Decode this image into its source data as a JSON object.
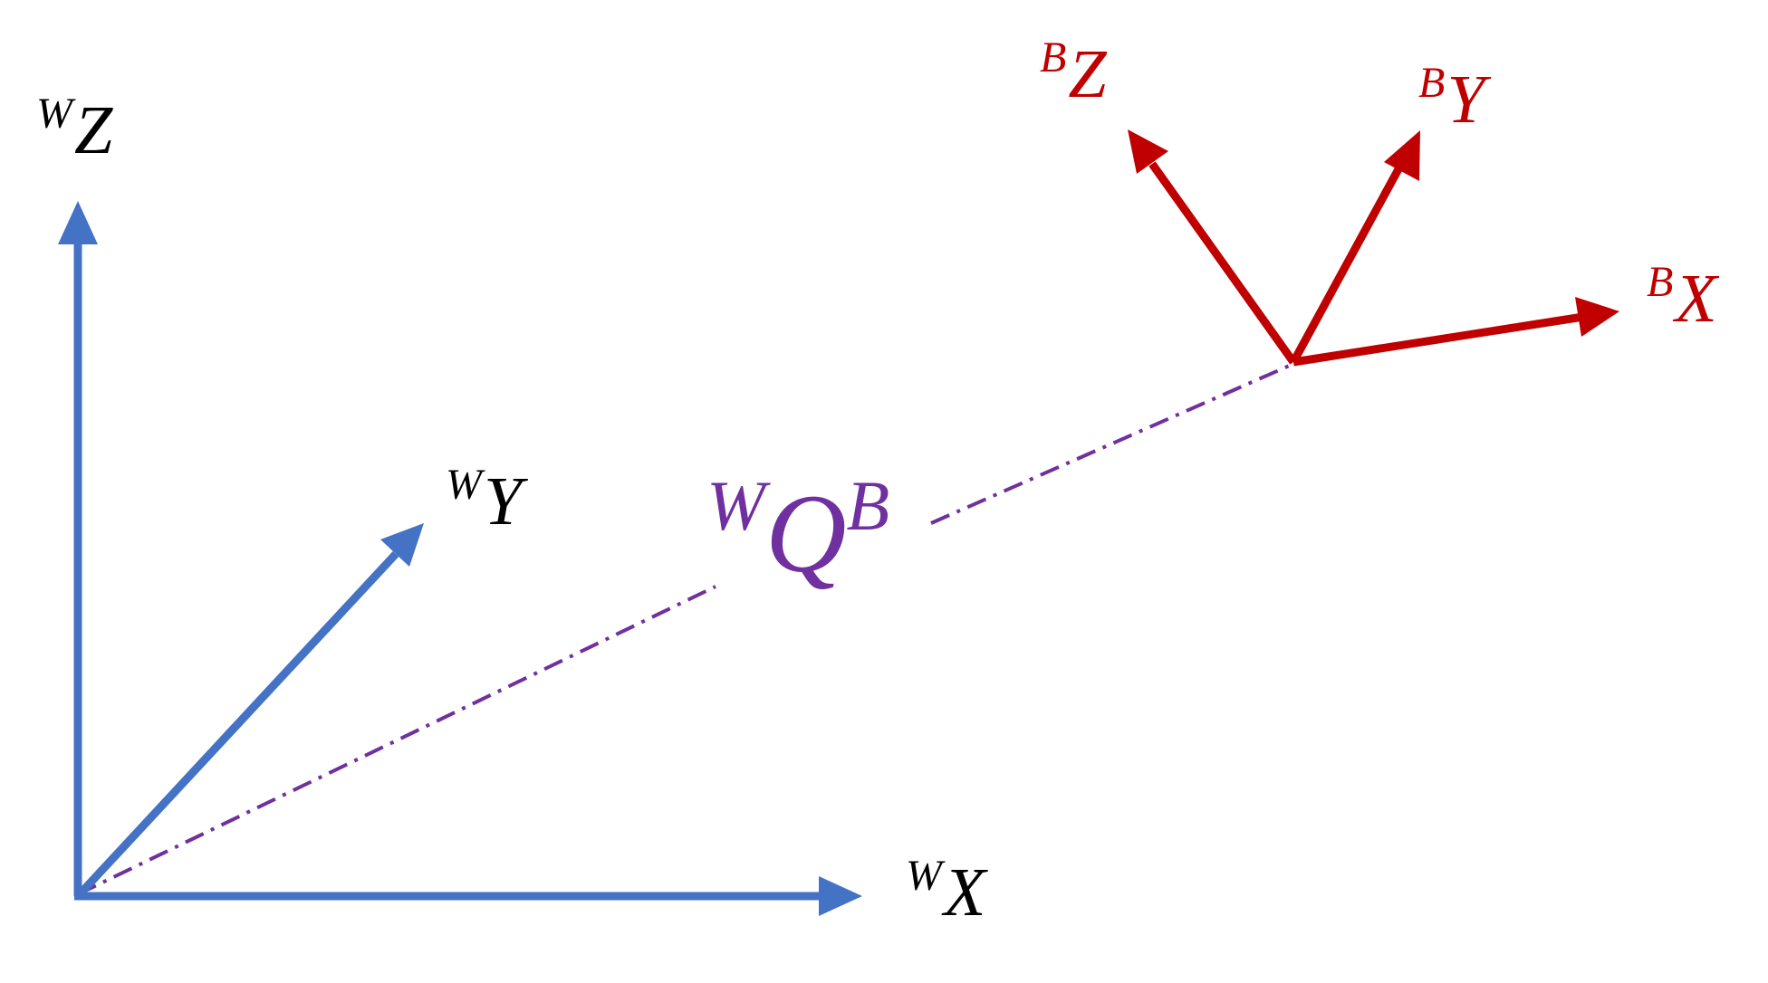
{
  "colors": {
    "world_frame": "#4472c4",
    "body_frame": "#c00000",
    "transform": "#7030a0",
    "label_text": "#000000"
  },
  "world_frame": {
    "x_axis": {
      "sup": "W",
      "main": "X"
    },
    "y_axis": {
      "sup": "W",
      "main": "Y"
    },
    "z_axis": {
      "sup": "W",
      "main": "Z"
    }
  },
  "body_frame": {
    "x_axis": {
      "sup": "B",
      "main": "X"
    },
    "y_axis": {
      "sup": "B",
      "main": "Y"
    },
    "z_axis": {
      "sup": "B",
      "main": "Z"
    }
  },
  "transform_label": {
    "pre_sup": "W",
    "main": "Q",
    "post_sup": "B"
  }
}
